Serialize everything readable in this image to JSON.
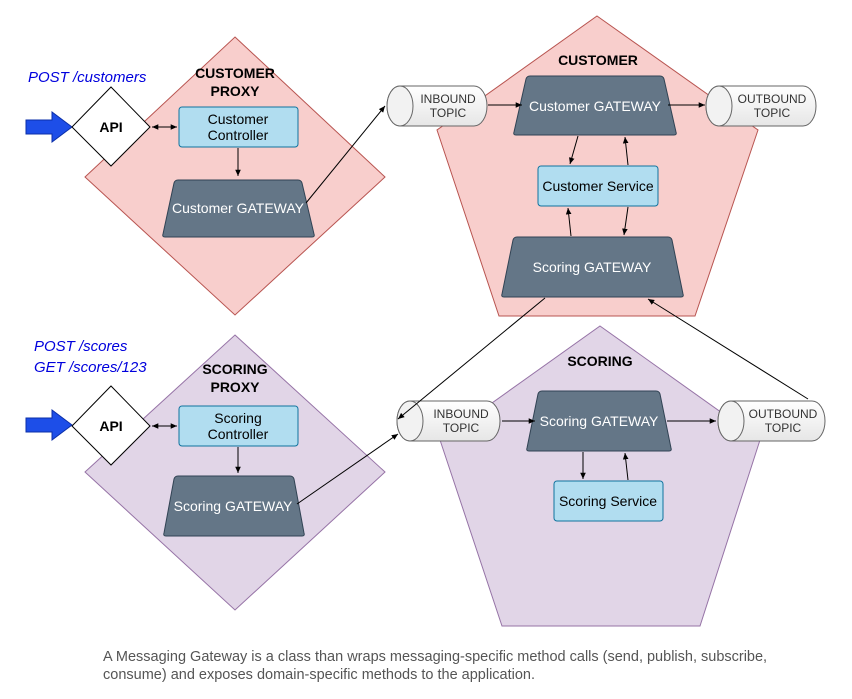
{
  "customer_side": {
    "route": "POST /customers",
    "proxy_title_line1": "CUSTOMER",
    "proxy_title_line2": "PROXY",
    "api_label": "API",
    "controller_line1": "Customer",
    "controller_line2": "Controller",
    "proxy_gateway": "Customer GATEWAY",
    "service_title": "CUSTOMER",
    "inbound_line1": "INBOUND",
    "inbound_line2": "TOPIC",
    "outbound_line1": "OUTBOUND",
    "outbound_line2": "TOPIC",
    "service_gateway": "Customer GATEWAY",
    "service_box": "Customer Service",
    "scoring_gateway": "Scoring GATEWAY"
  },
  "scoring_side": {
    "route_line1": "POST /scores",
    "route_line2": "GET /scores/123",
    "proxy_title_line1": "SCORING",
    "proxy_title_line2": "PROXY",
    "api_label": "API",
    "controller_line1": "Scoring",
    "controller_line2": "Controller",
    "proxy_gateway": "Scoring GATEWAY",
    "service_title": "SCORING",
    "inbound_line1": "INBOUND",
    "inbound_line2": "TOPIC",
    "outbound_line1": "OUTBOUND",
    "outbound_line2": "TOPIC",
    "service_gateway": "Scoring GATEWAY",
    "service_box": "Scoring Service"
  },
  "caption": "A Messaging Gateway is a class than wraps messaging-specific method calls (send, publish, subscribe, consume) and exposes domain-specific methods to the application.",
  "colors": {
    "customer_zone": "#f8cecc",
    "scoring_zone": "#e1d5e7",
    "service_box": "#b1ddf0",
    "gateway": "#647687",
    "arrow_blue": "#1d4ee8"
  }
}
